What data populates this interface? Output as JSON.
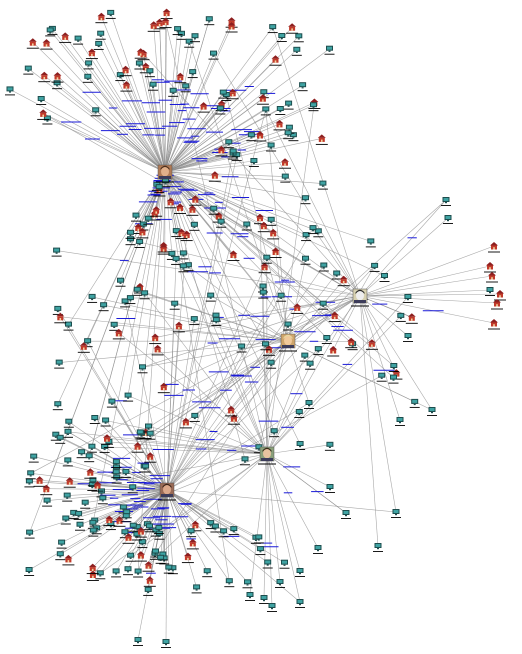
{
  "graph": {
    "colors": {
      "background": "#ffffff",
      "edge": "#8c8c8c",
      "edge_label": "#1a1ad8",
      "node_label": "#000000",
      "house_roof": "#8e1f1f",
      "house_body": "#c23a2a",
      "monitor_frame": "#1d4d4d",
      "monitor_screen": "#3fa3a3"
    },
    "node_types": [
      "person-photo-icon",
      "house-icon",
      "monitor-icon"
    ],
    "hubs": [
      {
        "id": "hub-a",
        "icon": "person-photo-icon"
      },
      {
        "id": "hub-b",
        "icon": "person-photo-icon"
      },
      {
        "id": "hub-c",
        "icon": "person-photo-icon"
      },
      {
        "id": "hub-d",
        "icon": "person-photo-icon"
      },
      {
        "id": "hub-e",
        "icon": "person-photo-icon"
      }
    ]
  }
}
